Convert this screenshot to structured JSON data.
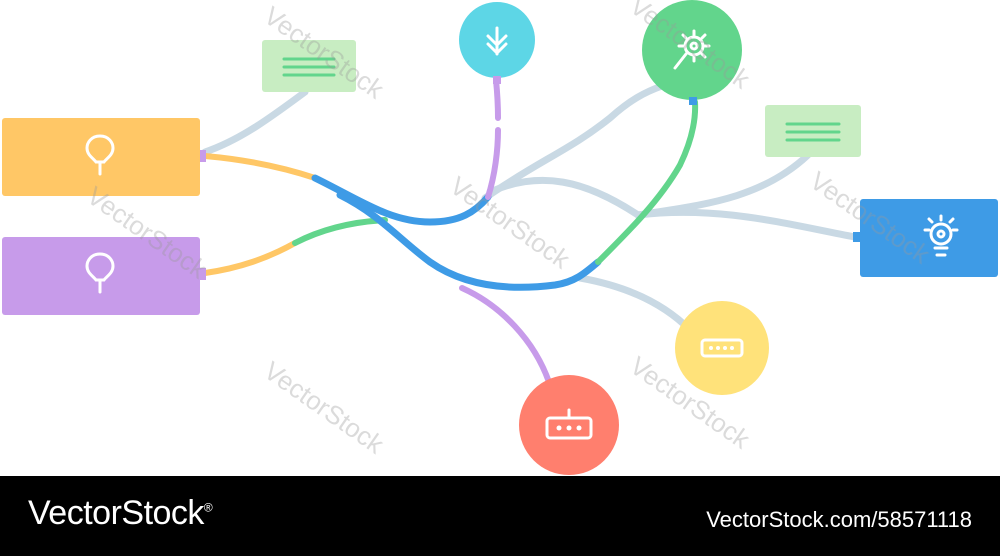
{
  "diagram": {
    "colors": {
      "orange": "#FFC766",
      "purple": "#C79BEA",
      "blue": "#3E9BE6",
      "green": "#62D58C",
      "gray_line": "#C9D9E4",
      "light_green": "#C8EDC2",
      "cyan": "#5DD6E6",
      "salmon": "#FF7F6E",
      "yellow": "#FFE27A"
    },
    "nodes": [
      {
        "name": "orange-box",
        "shape": "rect",
        "icon": "lightbulb-outline-icon",
        "color": "#FFC766"
      },
      {
        "name": "purple-box",
        "shape": "rect",
        "icon": "lightbulb-outline-icon",
        "color": "#C79BEA"
      },
      {
        "name": "green-note-top",
        "shape": "note",
        "icon": "text-lines-icon",
        "color": "#C8EDC2"
      },
      {
        "name": "green-note-right",
        "shape": "note",
        "icon": "text-lines-icon",
        "color": "#C8EDC2"
      },
      {
        "name": "cyan-circle",
        "shape": "circle",
        "icon": "download-arrow-icon",
        "color": "#5DD6E6"
      },
      {
        "name": "green-circle",
        "shape": "circle",
        "icon": "gear-icon",
        "color": "#62D58C"
      },
      {
        "name": "blue-box",
        "shape": "rect",
        "icon": "lightbulb-gear-icon",
        "color": "#3E9BE6"
      },
      {
        "name": "yellow-circle",
        "shape": "circle",
        "icon": "keyboard-icon",
        "color": "#FFE27A"
      },
      {
        "name": "salmon-circle",
        "shape": "circle",
        "icon": "robot-icon",
        "color": "#FF7F6E"
      }
    ],
    "watermark": "VectorStock"
  },
  "footer": {
    "brand": "VectorStock",
    "brand_registered": "®",
    "image_ref": "VectorStock.com/58571118"
  }
}
